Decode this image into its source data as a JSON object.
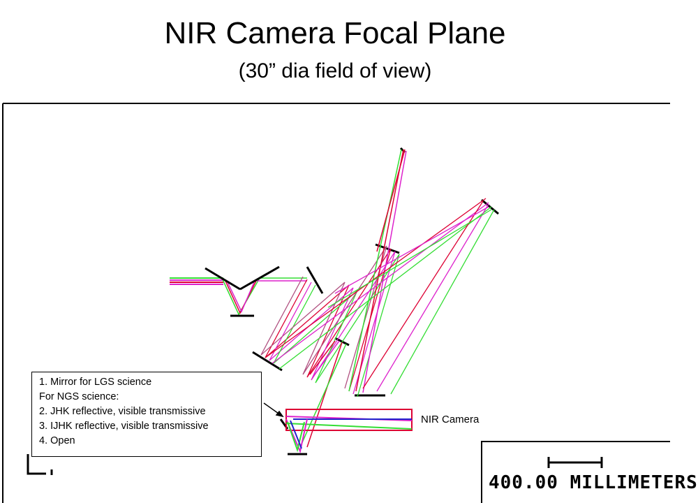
{
  "title": "NIR Camera Focal Plane",
  "subtitle": "(30” dia field of view)",
  "legend": {
    "lines": [
      "1. Mirror for LGS science",
      "For NGS science:",
      "2. JHK reflective, visible transmissive",
      "3. IJHK reflective, visible transmissive",
      "4. Open"
    ]
  },
  "nir_camera_label": "NIR Camera",
  "scale_bar_label": "400.00 MILLIMETERS",
  "colors": {
    "ray_red": "#dd0033",
    "ray_magenta": "#dd22cc",
    "ray_green": "#33dd33",
    "frame": "#000000"
  }
}
